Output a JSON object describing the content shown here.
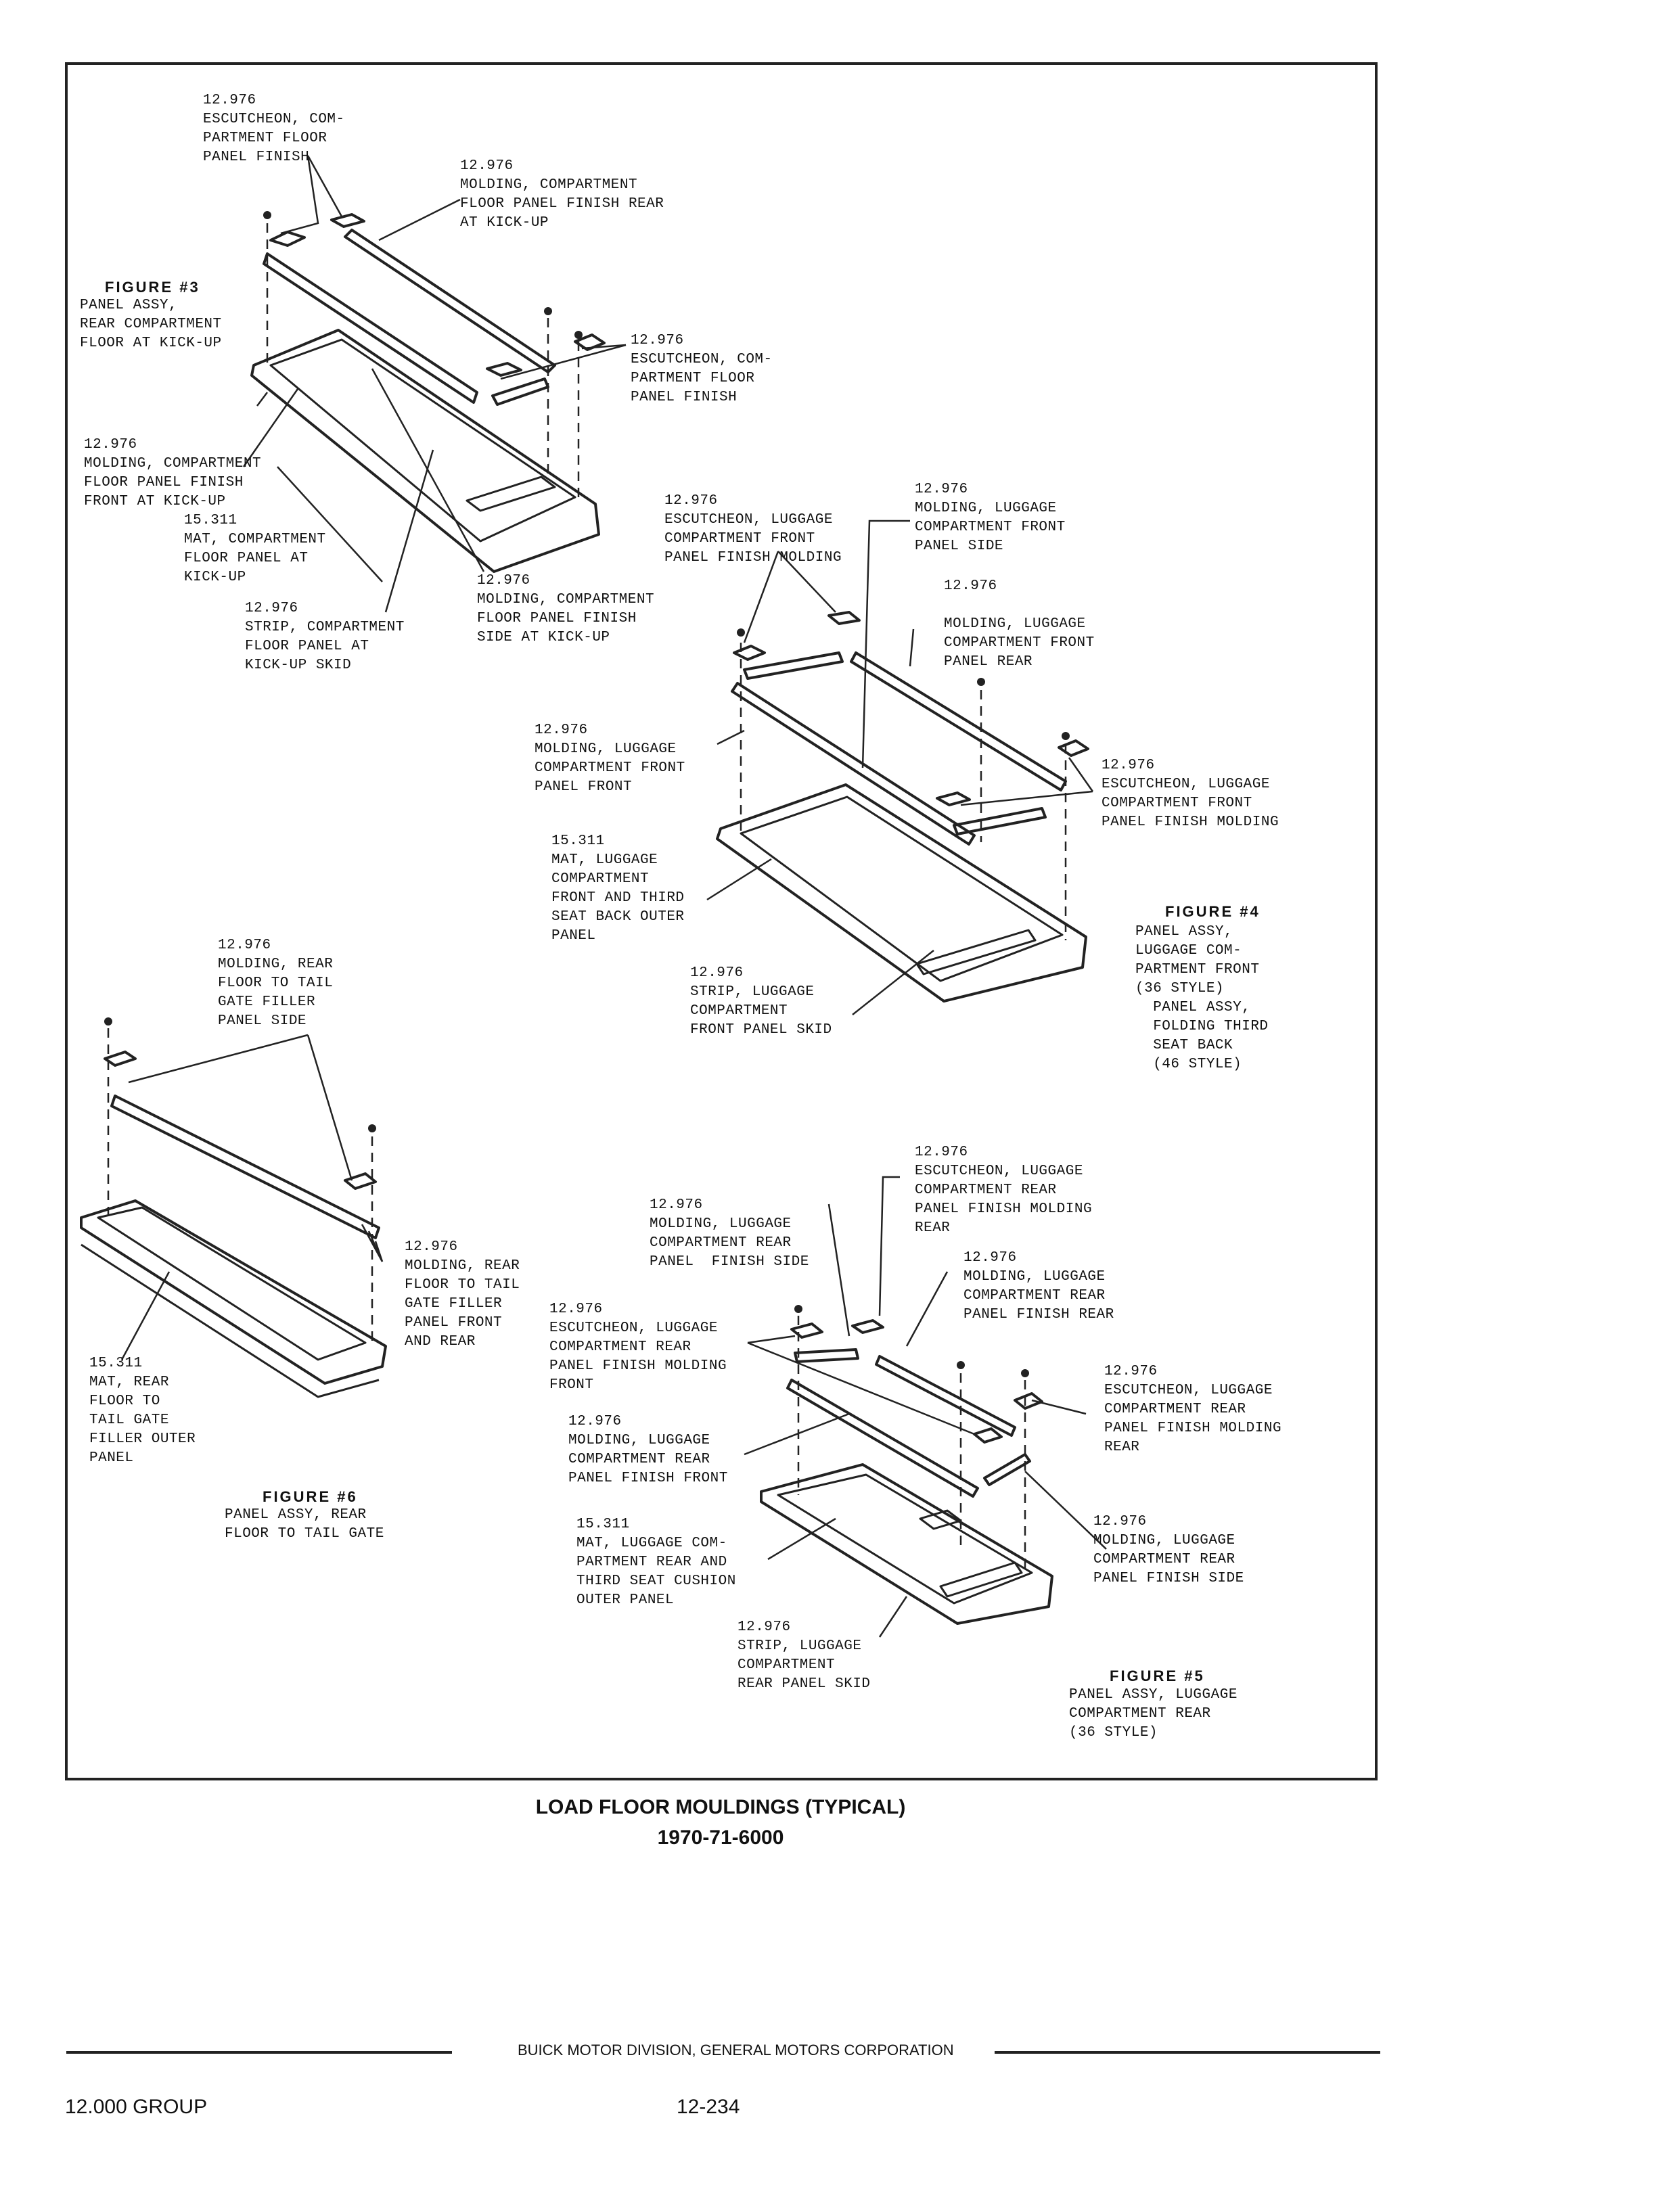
{
  "labels": {
    "esc_floor_top": "12.976\nESCUTCHEON, COM-\nPARTMENT FLOOR\nPANEL FINISH",
    "molding_floor_rear": "12.976\nMOLDING, COMPARTMENT\nFLOOR PANEL FINISH REAR\nAT KICK-UP",
    "panel_assy_rear_floor": "PANEL ASSY,\nREAR COMPARTMENT\nFLOOR AT KICK-UP",
    "esc_floor_right": "12.976\nESCUTCHEON, COM-\nPARTMENT FLOOR\nPANEL FINISH",
    "molding_floor_front": "12.976\nMOLDING, COMPARTMENT\nFLOOR PANEL FINISH\nFRONT AT KICK-UP",
    "mat_floor": "15.311\nMAT, COMPARTMENT\nFLOOR PANEL AT\nKICK-UP",
    "molding_floor_side": "12.976\nMOLDING, COMPARTMENT\nFLOOR PANEL FINISH\nSIDE AT KICK-UP",
    "strip_floor_skid": "12.976\nSTRIP, COMPARTMENT\nFLOOR PANEL AT\nKICK-UP SKID",
    "esc_lug_front_left": "12.976\nESCUTCHEON, LUGGAGE\nCOMPARTMENT FRONT\nPANEL FINISH MOLDING",
    "molding_lug_front_side": "12.976\nMOLDING, LUGGAGE\nCOMPARTMENT FRONT\nPANEL SIDE",
    "molding_lug_front_rear": "12.976\n\nMOLDING, LUGGAGE\nCOMPARTMENT FRONT\nPANEL REAR",
    "molding_lug_front_front": "12.976\nMOLDING, LUGGAGE\nCOMPARTMENT FRONT\nPANEL FRONT",
    "esc_lug_front_right": "12.976\nESCUTCHEON, LUGGAGE\nCOMPARTMENT FRONT\nPANEL FINISH MOLDING",
    "mat_lug_front": "15.311\nMAT, LUGGAGE\nCOMPARTMENT\nFRONT AND THIRD\nSEAT BACK OUTER\nPANEL",
    "panel_assy_lug_front": "PANEL ASSY,\nLUGGAGE COM-\nPARTMENT FRONT\n(36 STYLE)\n  PANEL ASSY,\n  FOLDING THIRD\n  SEAT BACK\n  (46 STYLE)",
    "strip_lug_front_skid": "12.976\nSTRIP, LUGGAGE\nCOMPARTMENT\nFRONT PANEL SKID",
    "molding_tail_side": "12.976\nMOLDING, REAR\nFLOOR TO TAIL\nGATE FILLER\nPANEL SIDE",
    "molding_tail_front_rear": "12.976\nMOLDING, REAR\nFLOOR TO TAIL\nGATE FILLER\nPANEL FRONT\nAND REAR",
    "mat_tail": "15.311\nMAT, REAR\nFLOOR TO\nTAIL GATE\nFILLER OUTER\nPANEL",
    "panel_assy_tail": "PANEL ASSY, REAR\nFLOOR TO TAIL GATE",
    "esc_lug_rear_top": "12.976\nESCUTCHEON, LUGGAGE\nCOMPARTMENT REAR\nPANEL FINISH MOLDING\nREAR",
    "molding_lug_rear_side_top": "12.976\nMOLDING, LUGGAGE\nCOMPARTMENT REAR\nPANEL  FINISH SIDE",
    "molding_lug_rear_rear": "12.976\nMOLDING, LUGGAGE\nCOMPARTMENT REAR\nPANEL FINISH REAR",
    "esc_lug_rear_front": "12.976\nESCUTCHEON, LUGGAGE\nCOMPARTMENT REAR\nPANEL FINISH MOLDING\nFRONT",
    "esc_lug_rear_rear_right": "12.976\nESCUTCHEON, LUGGAGE\nCOMPARTMENT REAR\nPANEL FINISH MOLDING\nREAR",
    "molding_lug_rear_front": "12.976\nMOLDING, LUGGAGE\nCOMPARTMENT REAR\nPANEL FINISH FRONT",
    "mat_lug_rear": "15.311\nMAT, LUGGAGE COM-\nPARTMENT REAR AND\nTHIRD SEAT CUSHION\nOUTER PANEL",
    "molding_lug_rear_side_bottom": "12.976\nMOLDING, LUGGAGE\nCOMPARTMENT REAR\nPANEL FINISH SIDE",
    "strip_lug_rear_skid": "12.976\nSTRIP, LUGGAGE\nCOMPARTMENT\nREAR PANEL SKID",
    "panel_assy_lug_rear": "PANEL ASSY, LUGGAGE\nCOMPARTMENT REAR\n(36 STYLE)"
  },
  "figures": {
    "fig3": "FIGURE #3",
    "fig4": "FIGURE #4",
    "fig5": "FIGURE #5",
    "fig6": "FIGURE #6"
  },
  "caption": {
    "title": "LOAD FLOOR MOULDINGS (TYPICAL)",
    "number": "1970-71-6000"
  },
  "footer": {
    "division": "BUICK MOTOR DIVISION, GENERAL MOTORS CORPORATION",
    "group": "12.000 GROUP",
    "page": "12-234"
  }
}
